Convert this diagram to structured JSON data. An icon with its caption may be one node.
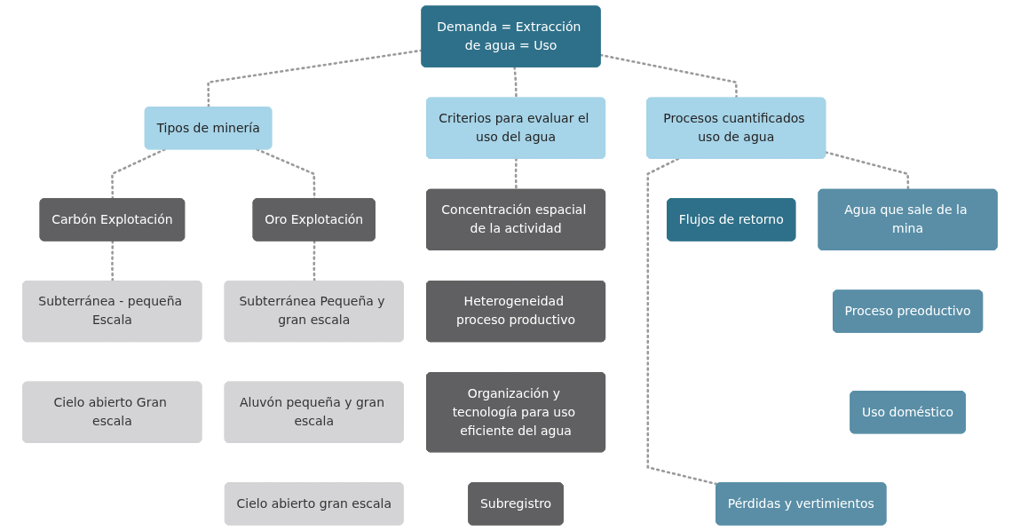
{
  "diagram": {
    "nodes": [
      {
        "text": [
          "Demanda = Extracción de agua = Uso"
        ]
      },
      {
        "text": [
          "Tipos de minería"
        ]
      },
      {
        "text": [
          "Criterios para evaluar el uso del agua"
        ]
      },
      {
        "text": [
          "Procesos cuantificados uso de agua"
        ]
      },
      {
        "text": [
          "Carbón Explotación"
        ]
      },
      {
        "text": [
          "Oro Explotación"
        ]
      },
      {
        "text": [
          "Subterránea - pequeña Escala"
        ]
      },
      {
        "text": [
          "Cielo abierto Gran escala"
        ]
      },
      {
        "text": [
          "Subterránea Pequeña y gran escala"
        ]
      },
      {
        "text": [
          "Aluvón pequeña y gran escala"
        ]
      },
      {
        "text": [
          "Cielo abierto gran escala"
        ]
      },
      {
        "text": [
          "Concentración espacial de la actividad"
        ]
      },
      {
        "text": [
          "Heterogeneidad proceso productivo"
        ]
      },
      {
        "text": [
          "Organización y tecnología para uso eficiente del agua"
        ]
      },
      {
        "text": [
          "Subregistro"
        ]
      },
      {
        "text": [
          "Agua que sale de la mina"
        ]
      },
      {
        "text": [
          "Proceso preoductivo"
        ]
      },
      {
        "text": [
          "Uso doméstico"
        ]
      },
      {
        "text": [
          "Pérdidas y vertimientos"
        ]
      },
      {
        "text": [
          "Flujos de retorno"
        ]
      }
    ],
    "edges": [
      {
        "from": 0,
        "to": 1,
        "arrow": "none",
        "style": "dashed"
      },
      {
        "from": 0,
        "to": 2,
        "arrow": "none",
        "style": "dashed"
      },
      {
        "from": 0,
        "to": 3,
        "arrow": "none",
        "style": "dashed"
      },
      {
        "from": 1,
        "to": 4,
        "arrow": "none",
        "style": "dashed"
      },
      {
        "from": 1,
        "to": 5,
        "arrow": "none",
        "style": "dashed"
      },
      {
        "from": 4,
        "to": 6,
        "arrow": "none",
        "style": "dashed"
      },
      {
        "from": 5,
        "to": 8,
        "arrow": "none",
        "style": "dashed"
      },
      {
        "from": 2,
        "to": 11,
        "arrow": "none",
        "style": "dashed"
      },
      {
        "from": 3,
        "to": 15,
        "arrow": "none",
        "style": "dashed"
      },
      {
        "from": 3,
        "to": 18,
        "arrow": "none",
        "style": "dashed"
      }
    ]
  }
}
